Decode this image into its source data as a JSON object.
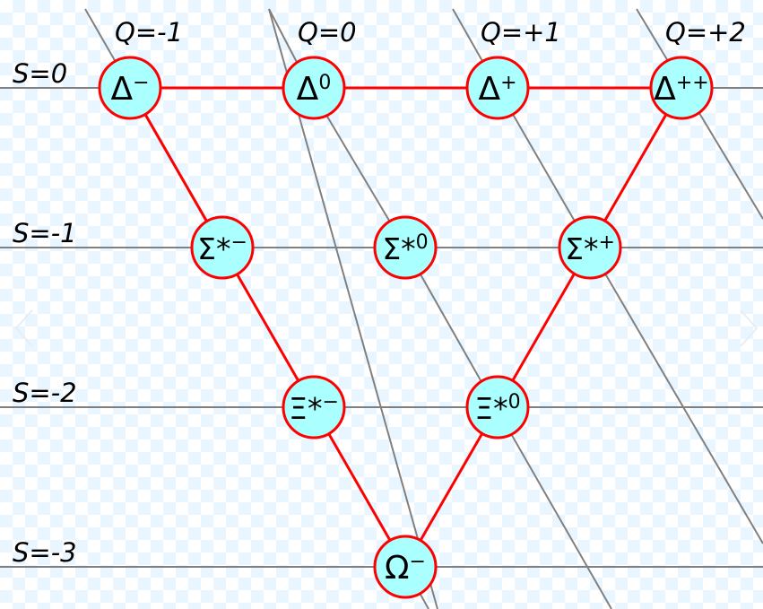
{
  "diagram": {
    "charge_labels": [
      {
        "id": "q-1",
        "text": "Q=-1"
      },
      {
        "id": "q0",
        "text": "Q=0"
      },
      {
        "id": "q1",
        "text": "Q=+1"
      },
      {
        "id": "q2",
        "text": "Q=+2"
      }
    ],
    "strangeness_labels": [
      {
        "id": "s0",
        "text": "S=0"
      },
      {
        "id": "s-1",
        "text": "S=-1"
      },
      {
        "id": "s-2",
        "text": "S=-2"
      },
      {
        "id": "s-3",
        "text": "S=-3"
      }
    ],
    "particles": [
      {
        "id": "delta-minus",
        "base": "Δ",
        "sup": "−"
      },
      {
        "id": "delta-zero",
        "base": "Δ",
        "sup": "0"
      },
      {
        "id": "delta-plus",
        "base": "Δ",
        "sup": "+"
      },
      {
        "id": "delta-plusplus",
        "base": "Δ",
        "sup": "++"
      },
      {
        "id": "sigma-star-minus",
        "base": "Σ*",
        "sup": "−"
      },
      {
        "id": "sigma-star-zero",
        "base": "Σ*",
        "sup": "0"
      },
      {
        "id": "sigma-star-plus",
        "base": "Σ*",
        "sup": "+"
      },
      {
        "id": "xi-star-minus",
        "base": "Ξ*",
        "sup": "−"
      },
      {
        "id": "xi-star-zero",
        "base": "Ξ*",
        "sup": "0"
      },
      {
        "id": "omega-minus",
        "base": "Ω",
        "sup": "−"
      }
    ],
    "colors": {
      "node_fill": "#aaffff",
      "node_stroke": "#ff0000",
      "edge": "#ff0000",
      "grid_line": "#808080",
      "text": "#000000"
    }
  }
}
